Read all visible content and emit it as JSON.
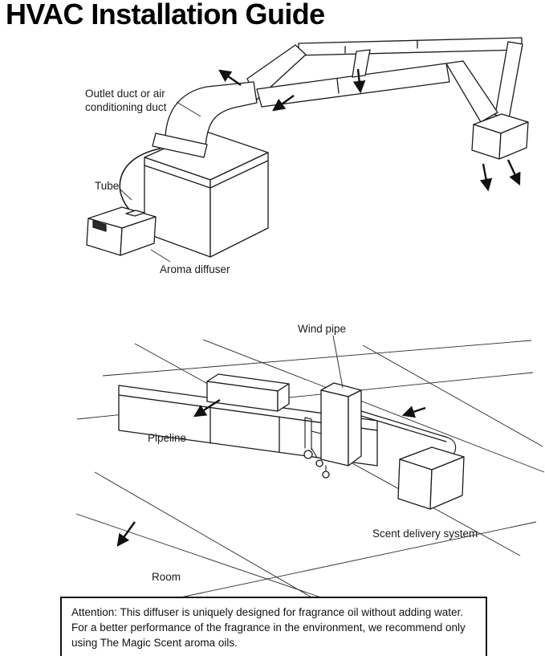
{
  "page": {
    "title": "HVAC Installation Guide"
  },
  "colors": {
    "ink": "#1a1a1a",
    "background": "#ffffff"
  },
  "top_diagram": {
    "description": "Aroma diffuser connected by a tube to an outlet air-conditioning duct network with airflow arrows",
    "labels": {
      "outlet_line1": "Outlet duct or air",
      "outlet_line2": "conditioning duct",
      "tube": "Tube",
      "aroma_diffuser": "Aroma diffuser"
    }
  },
  "bottom_diagram": {
    "description": "Ceiling pipeline with wind pipe unit and hanging scent delivery system above a room",
    "labels": {
      "wind_pipe": "Wind pipe",
      "pipeline": "Pipeline",
      "scent_delivery_system": "Scent delivery system",
      "room": "Room"
    }
  },
  "attention": {
    "text": "Attention: This diffuser is uniquely designed for fragrance oil without adding water. For a better performance of the fragrance in the environment, we recommend only using The Magic Scent aroma oils."
  }
}
